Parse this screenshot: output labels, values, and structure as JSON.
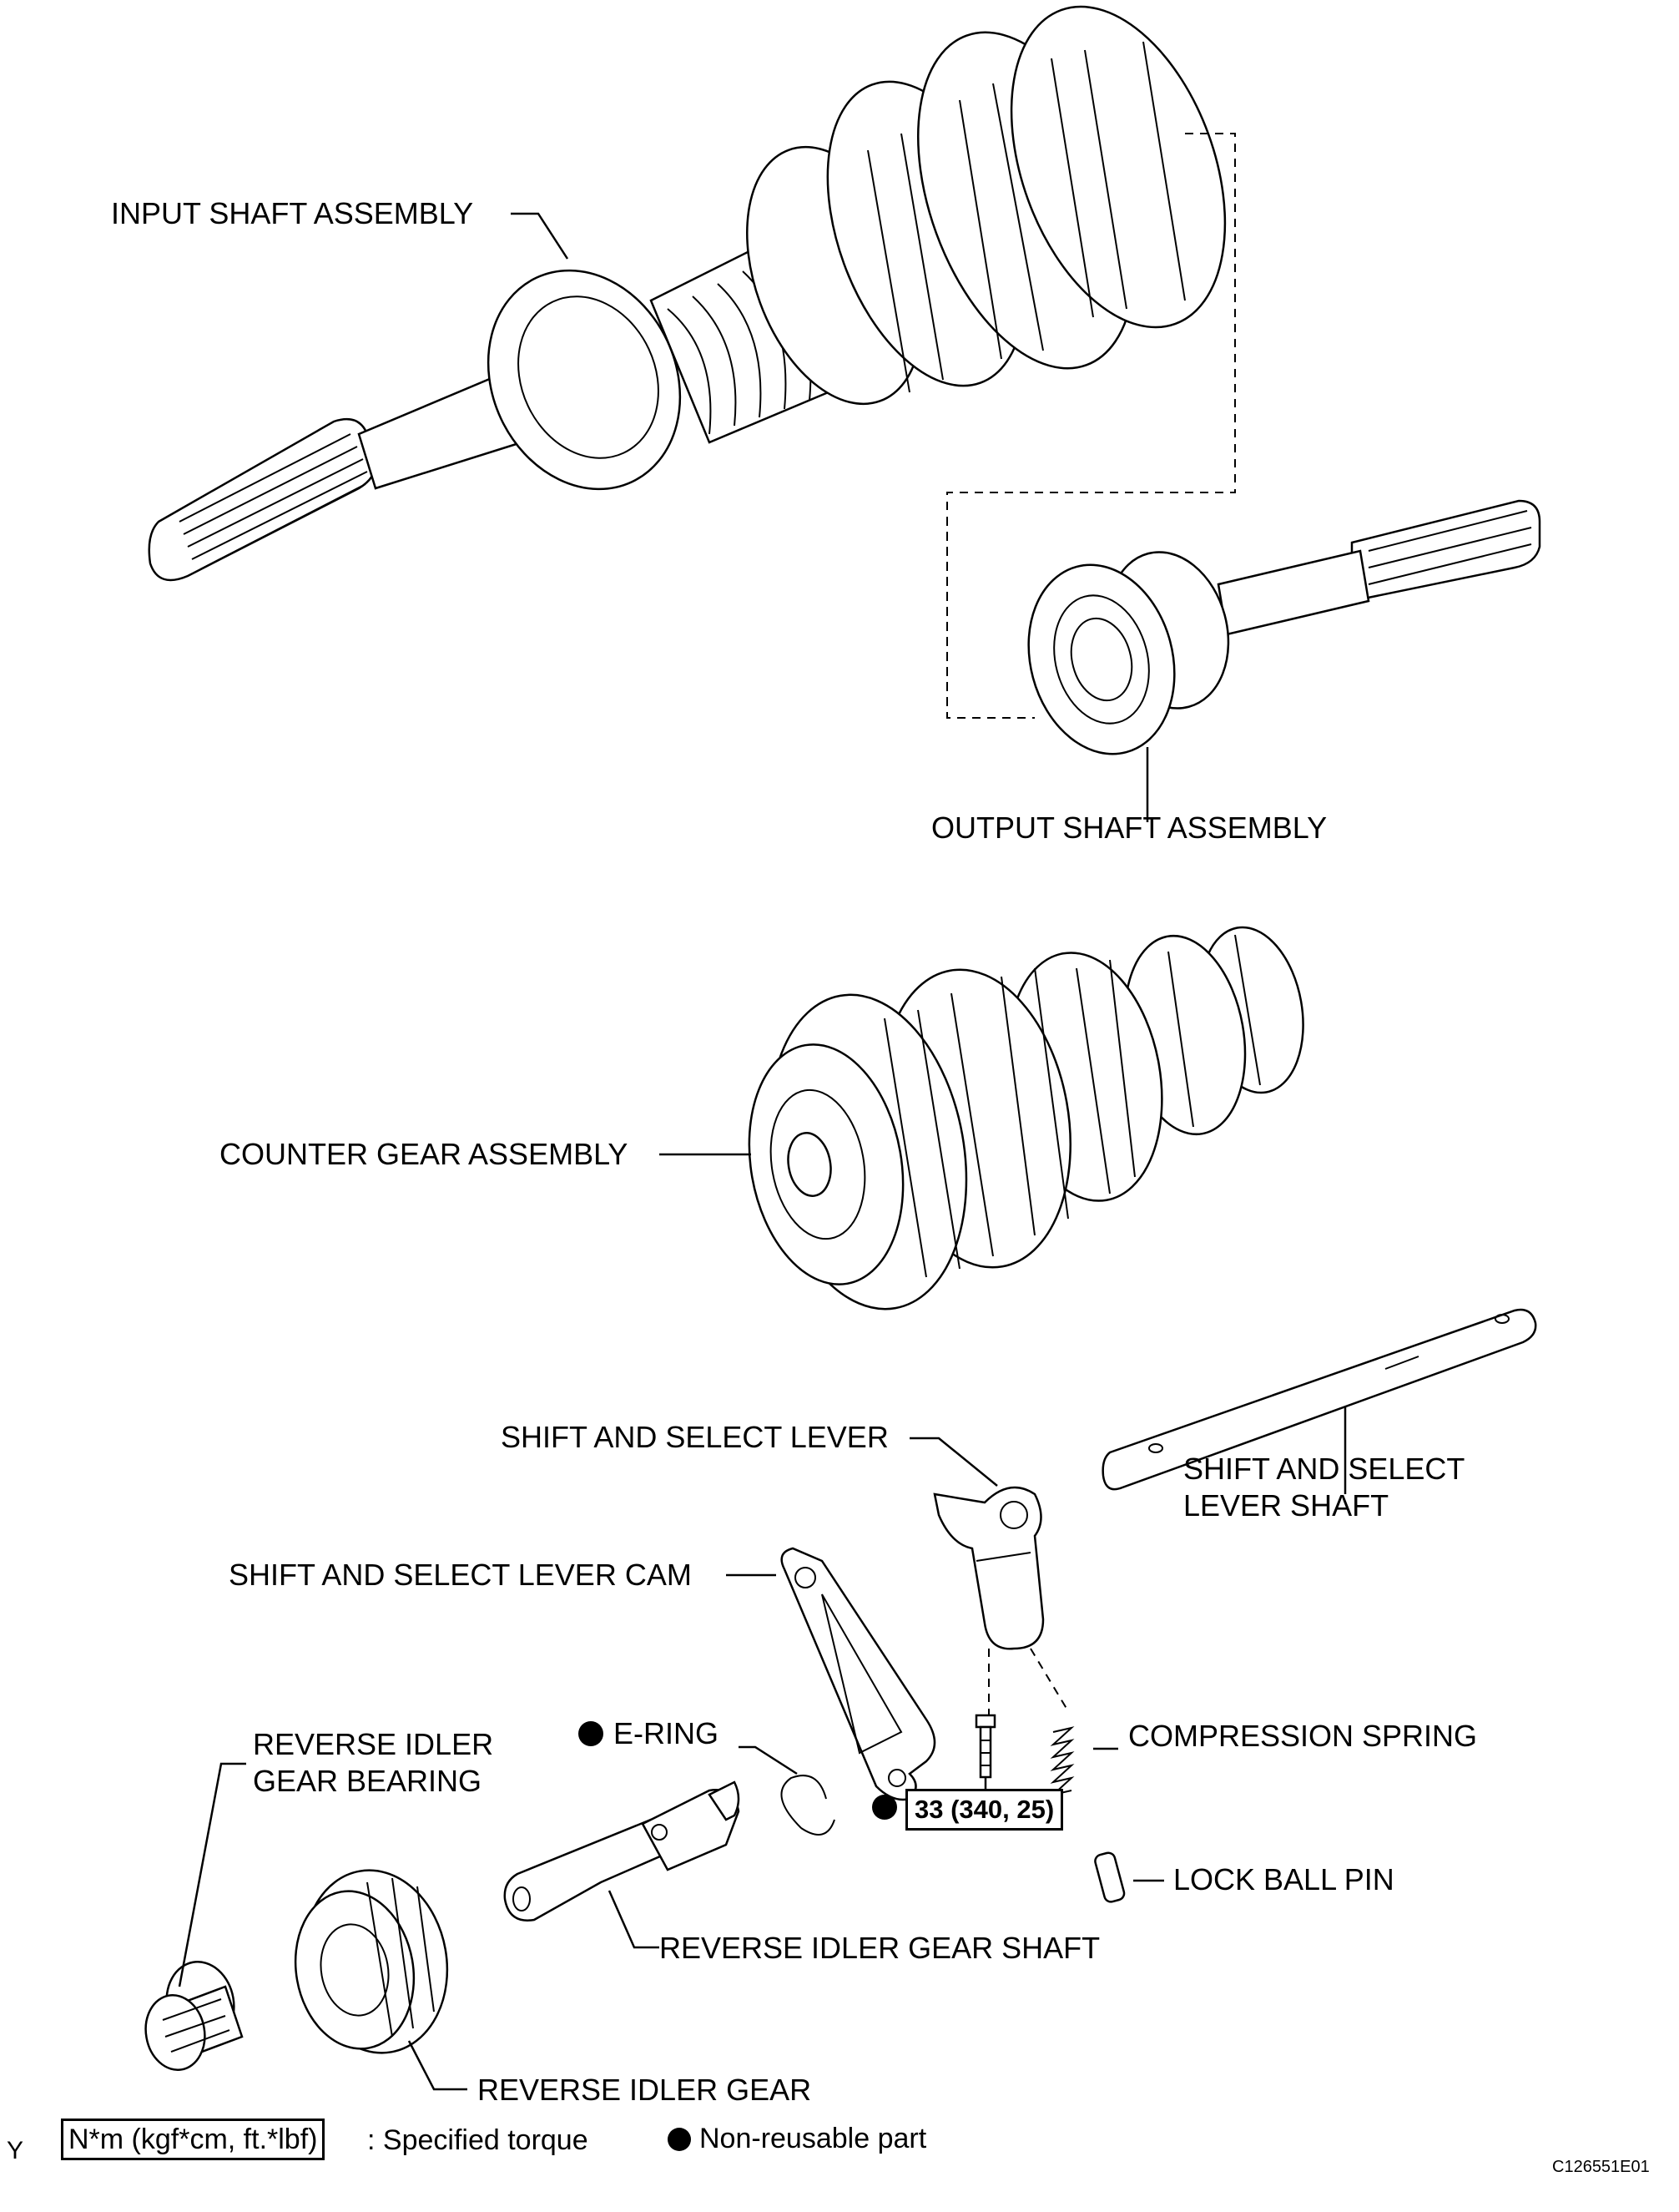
{
  "labels": {
    "input_shaft": "INPUT SHAFT ASSEMBLY",
    "output_shaft": "OUTPUT SHAFT ASSEMBLY",
    "counter_gear": "COUNTER GEAR ASSEMBLY",
    "shift_lever": "SHIFT AND SELECT LEVER",
    "shift_lever_shaft": "SHIFT AND SELECT LEVER SHAFT",
    "shift_lever_cam": "SHIFT AND SELECT LEVER CAM",
    "e_ring": "E-RING",
    "compression_spring": "COMPRESSION SPRING",
    "idler_bearing": "REVERSE IDLER GEAR BEARING",
    "lock_ball_pin": "LOCK BALL PIN",
    "idler_shaft": "REVERSE IDLER GEAR SHAFT",
    "idler_gear": "REVERSE IDLER GEAR"
  },
  "torque_spec": "33 (340, 25)",
  "legend": {
    "torque_units": "N*m (kgf*cm, ft.*lbf)",
    "torque_text": ": Specified torque",
    "non_reusable_text": "Non-reusable part"
  },
  "corner_mark": "Y",
  "figure_code": "C126551E01"
}
